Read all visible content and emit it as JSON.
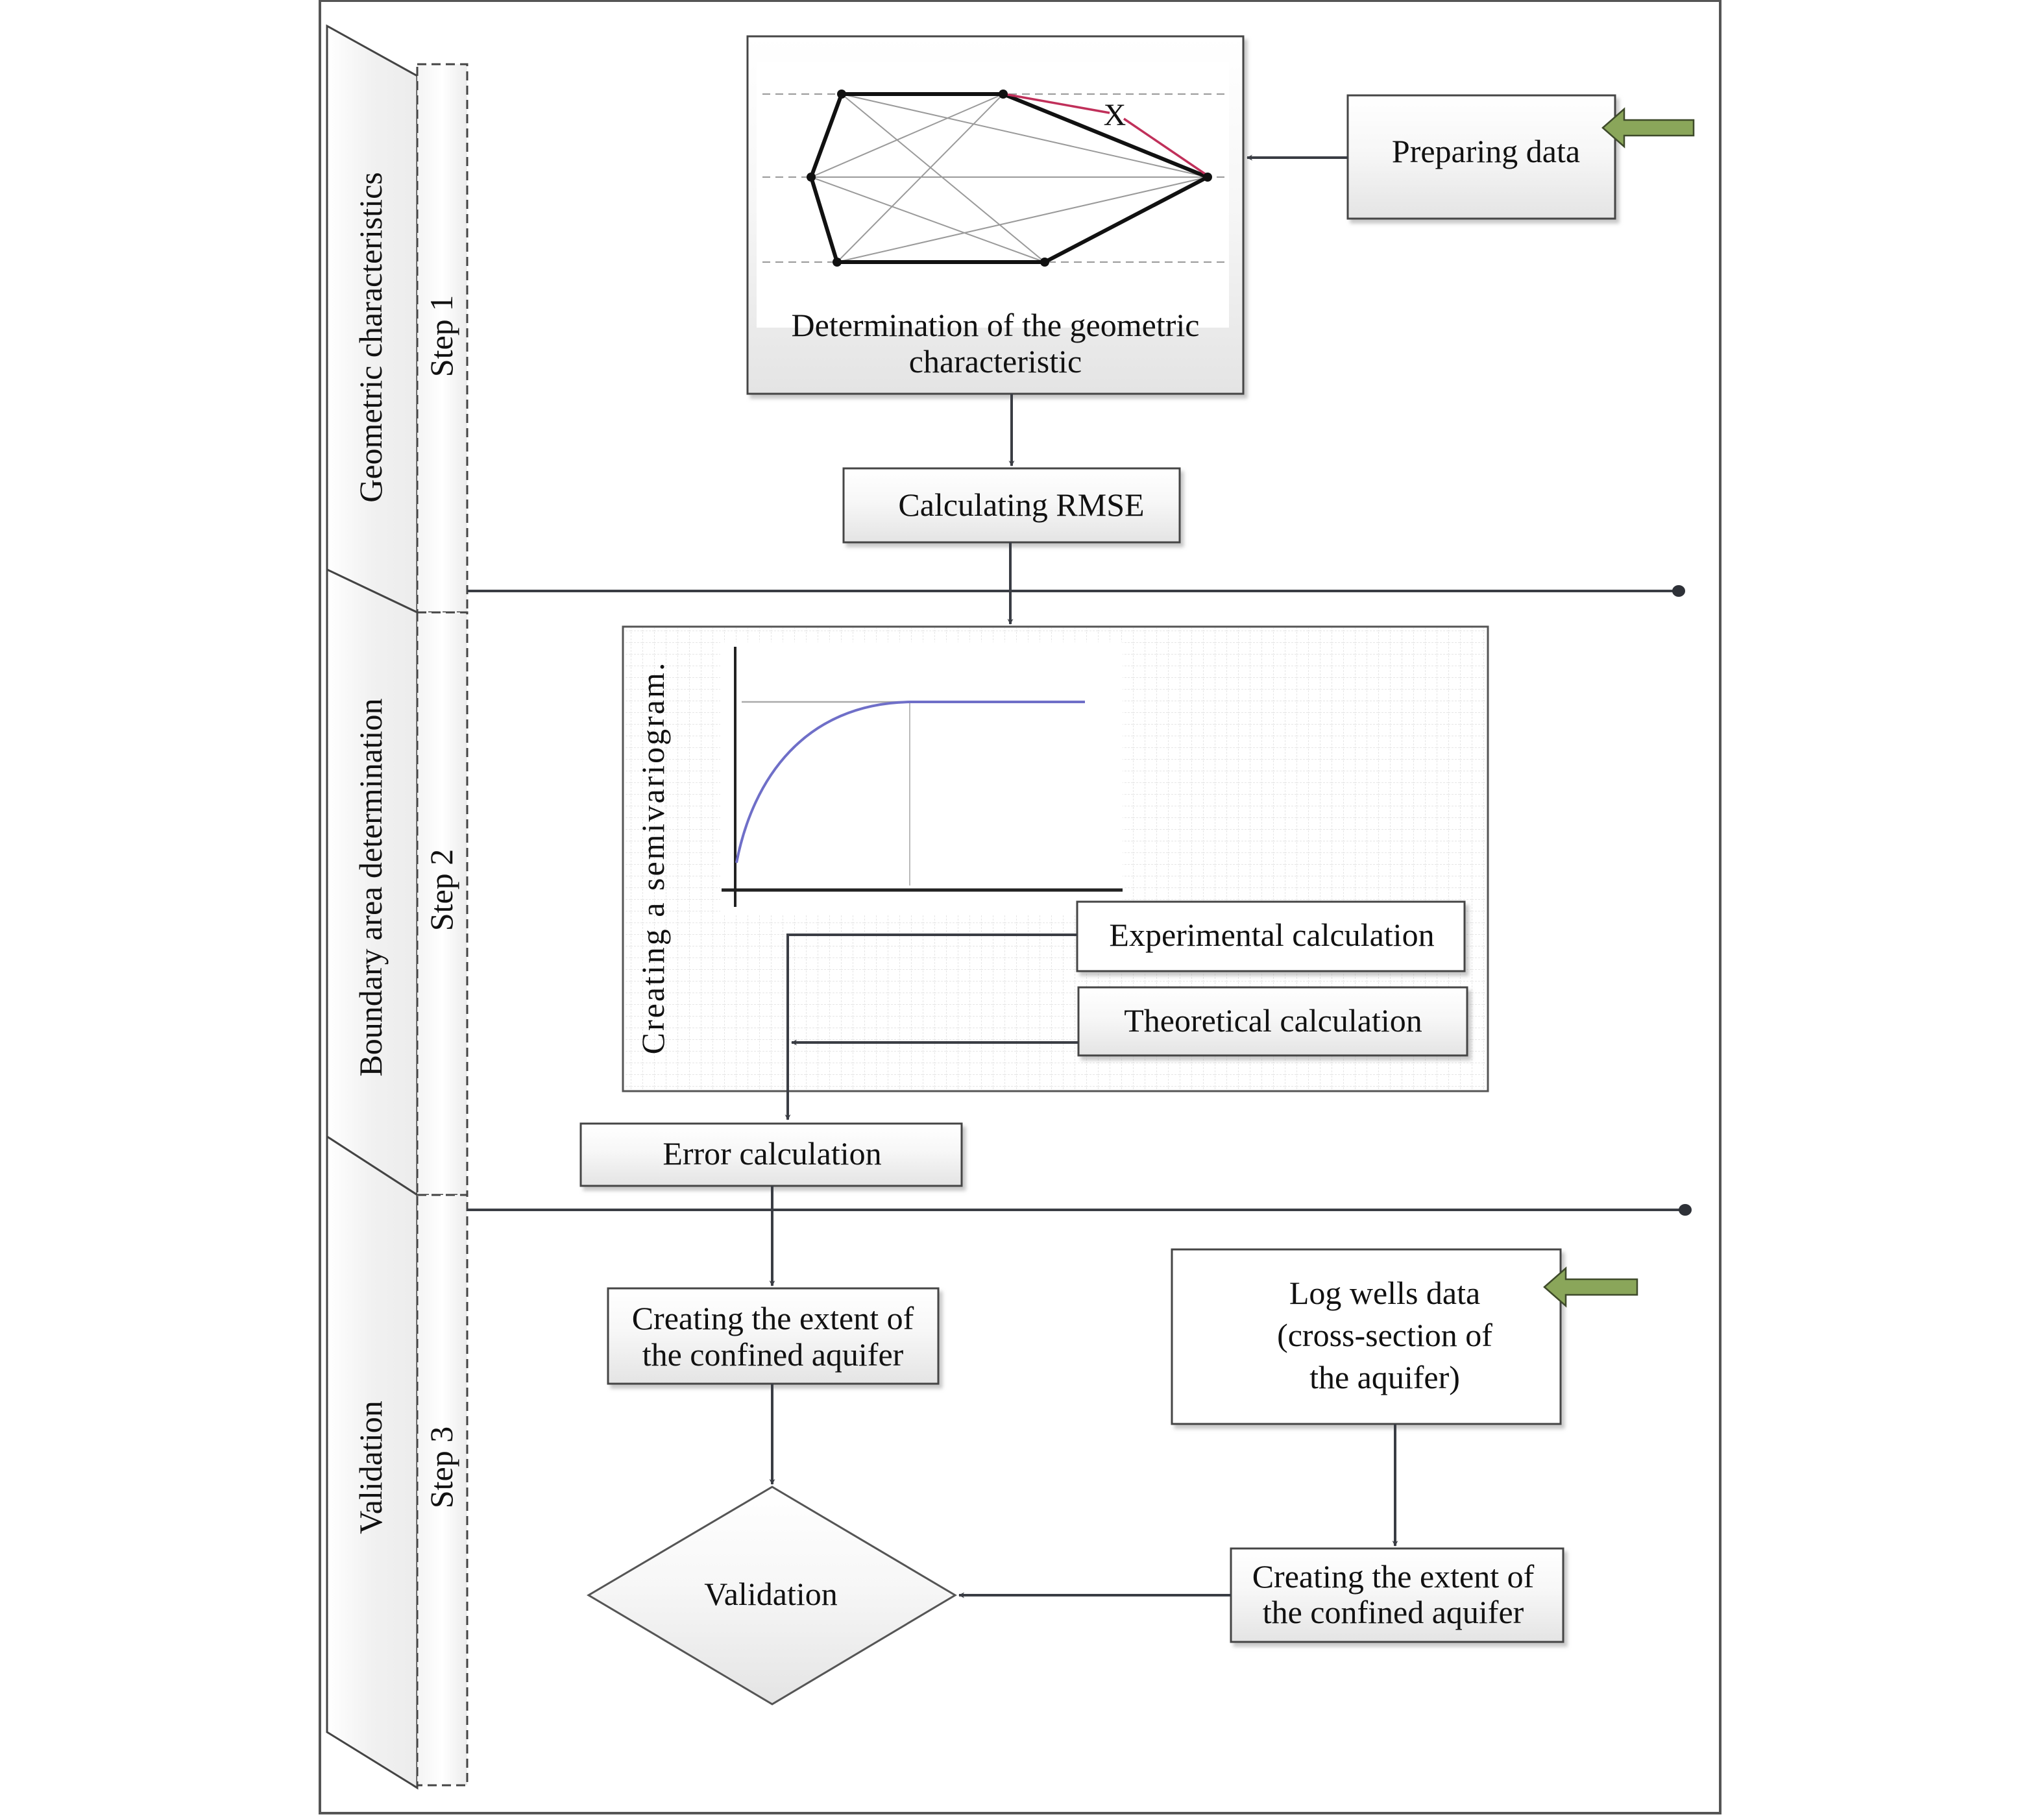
{
  "colors": {
    "line": "#3a3d44",
    "accent_arrow": "#8aa65a",
    "accent_arrow_border": "#3e4a2a",
    "polygon_red": "#c0305a",
    "curve_blue": "#6f6fc8",
    "box_fill_top": "#ffffff",
    "box_fill_bottom": "#e6e6e6"
  },
  "lanes": [
    {
      "title": "Geometric characteristics",
      "step": "Step 1"
    },
    {
      "title": "Boundary area determination",
      "step": "Step 2"
    },
    {
      "title": "Validation",
      "step": "Step 3"
    }
  ],
  "nodes": {
    "geometric": {
      "line1": "Determination of the geometric",
      "line2": "characteristic",
      "marker": "X"
    },
    "preparing_data": {
      "label": "Preparing data"
    },
    "rmse": {
      "label": "Calculating RMSE"
    },
    "semivariogram": {
      "label": "Creating a semivariogram."
    },
    "experimental": {
      "label": "Experimental calculation"
    },
    "theoretical": {
      "label": "Theoretical calculation"
    },
    "error": {
      "label": "Error calculation"
    },
    "extent_left": {
      "line1": "Creating the extent of",
      "line2": "the confined aquifer"
    },
    "log_wells": {
      "line1": "Log wells data",
      "line2": "(cross-section of",
      "line3": "the aquifer)"
    },
    "validation": {
      "label": "Validation"
    },
    "extent_right": {
      "line1": "Creating the extent of",
      "line2": "the confined aquifer"
    }
  }
}
